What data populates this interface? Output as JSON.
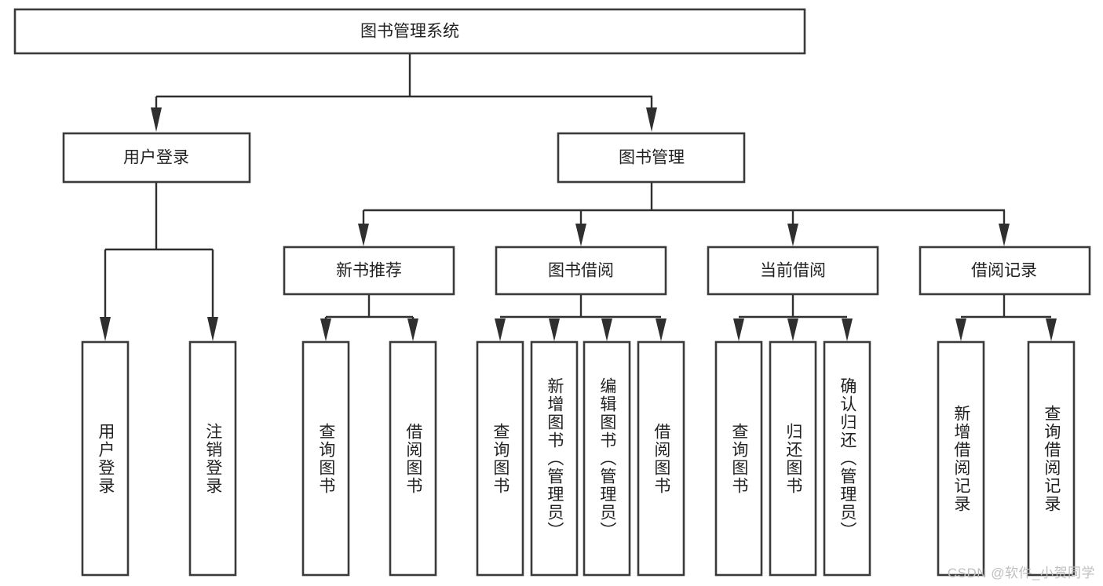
{
  "diagram": {
    "type": "tree-hierarchy",
    "title_node": {
      "id": "root",
      "label": "图书管理系统"
    },
    "colors": {
      "box_stroke": "#3a3a3a",
      "box_fill": "#ffffff",
      "connector": "#2f2f2f",
      "text": "#222222",
      "watermark": "#bfbfbf",
      "background": "#ffffff"
    },
    "level2": [
      {
        "id": "user-login",
        "label": "用户登录"
      },
      {
        "id": "book-manage",
        "label": "图书管理"
      }
    ],
    "level3": [
      {
        "id": "new-book-recommend",
        "label": "新书推荐",
        "parent": "book-manage"
      },
      {
        "id": "book-borrow",
        "label": "图书借阅",
        "parent": "book-manage"
      },
      {
        "id": "current-borrow",
        "label": "当前借阅",
        "parent": "book-manage"
      },
      {
        "id": "borrow-record",
        "label": "借阅记录",
        "parent": "book-manage"
      }
    ],
    "leaves": [
      {
        "id": "leaf-user-login",
        "label": "用户登录",
        "parent": "user-login"
      },
      {
        "id": "leaf-logout-login",
        "label": "注销登录",
        "parent": "user-login"
      },
      {
        "id": "leaf-query-book-1",
        "label": "查询图书",
        "parent": "new-book-recommend"
      },
      {
        "id": "leaf-borrow-book-1",
        "label": "借阅图书",
        "parent": "new-book-recommend"
      },
      {
        "id": "leaf-query-book-2",
        "label": "查询图书",
        "parent": "book-borrow"
      },
      {
        "id": "leaf-add-book",
        "label": "新增图书（管理员）",
        "parent": "book-borrow"
      },
      {
        "id": "leaf-edit-book",
        "label": "编辑图书（管理员）",
        "parent": "book-borrow"
      },
      {
        "id": "leaf-borrow-book-2",
        "label": "借阅图书",
        "parent": "book-borrow"
      },
      {
        "id": "leaf-query-book-3",
        "label": "查询图书",
        "parent": "current-borrow"
      },
      {
        "id": "leaf-return-book",
        "label": "归还图书",
        "parent": "current-borrow"
      },
      {
        "id": "leaf-confirm-return",
        "label": "确认归还（管理员）",
        "parent": "current-borrow"
      },
      {
        "id": "leaf-add-record",
        "label": "新增借阅记录",
        "parent": "borrow-record"
      },
      {
        "id": "leaf-query-record",
        "label": "查询借阅记录",
        "parent": "borrow-record"
      }
    ],
    "watermark": "CSDN @软件_小贺同学"
  }
}
